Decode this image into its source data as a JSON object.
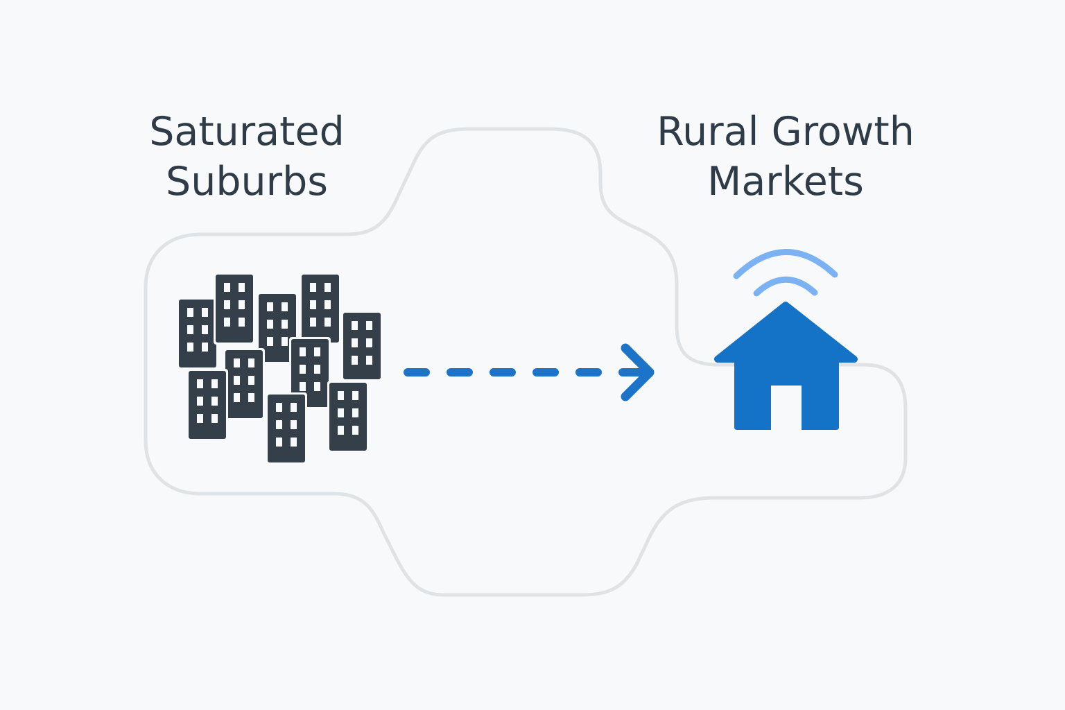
{
  "diagram": {
    "source": {
      "label_lines": [
        "Saturated",
        "Suburbs"
      ],
      "icon": "city-buildings-icon"
    },
    "target": {
      "label_lines": [
        "Rural Growth",
        "Markets"
      ],
      "icon": "connected-house-icon"
    },
    "connector": {
      "style": "dashed-arrow",
      "direction": "left-to-right"
    }
  },
  "colors": {
    "background": "#f8f9fa",
    "text": "#2f3b46",
    "buildings": "#343f4a",
    "window": "#f8f9fa",
    "outline": "#dfe3e6",
    "arrow": "#1b74c8",
    "house": "#1472c7",
    "signal": "#7db2f2"
  }
}
